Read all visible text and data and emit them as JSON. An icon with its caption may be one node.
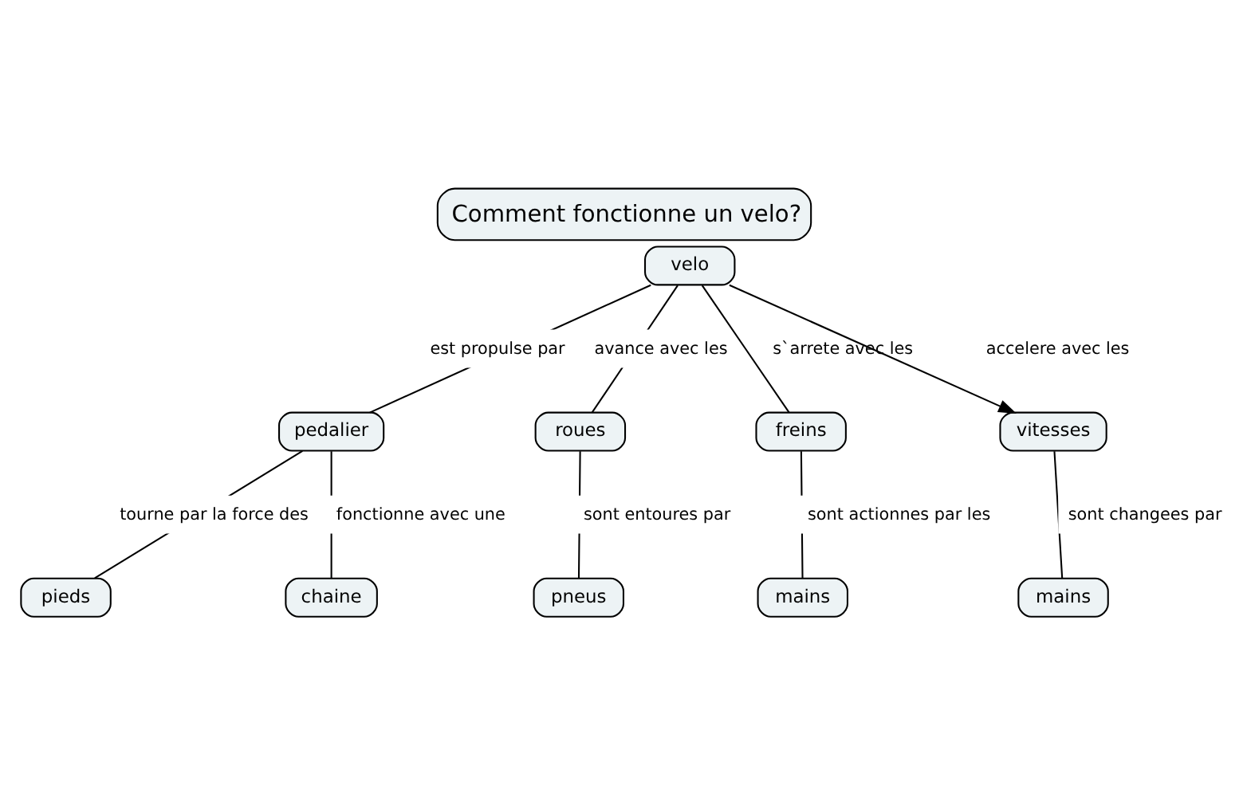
{
  "diagram": {
    "title": "Comment fonctionne un velo?",
    "nodes": [
      {
        "text": [
          "velo"
        ]
      },
      {
        "text": [
          "pedalier"
        ]
      },
      {
        "text": [
          "roues"
        ]
      },
      {
        "text": [
          "freins"
        ]
      },
      {
        "text": [
          "vitesses"
        ]
      },
      {
        "text": [
          "pieds"
        ]
      },
      {
        "text": [
          "chaine"
        ]
      },
      {
        "text": [
          "pneus"
        ]
      },
      {
        "text": [
          "mains"
        ]
      },
      {
        "text": [
          "mains"
        ]
      }
    ],
    "edges": [
      {
        "from": 0,
        "to": 1,
        "arrow": "none",
        "label": "est propulse par"
      },
      {
        "from": 0,
        "to": 2,
        "arrow": "none",
        "label": "avance avec les"
      },
      {
        "from": 0,
        "to": 3,
        "arrow": "none",
        "label": "s`arrete avec les"
      },
      {
        "from": 0,
        "to": 4,
        "arrow": "to",
        "label": "accelere avec les"
      },
      {
        "from": 1,
        "to": 5,
        "arrow": "none",
        "label": "tourne par la force des"
      },
      {
        "from": 1,
        "to": 6,
        "arrow": "none",
        "label": "fonctionne avec une"
      },
      {
        "from": 2,
        "to": 7,
        "arrow": "none",
        "label": "sont entoures par"
      },
      {
        "from": 3,
        "to": 8,
        "arrow": "none",
        "label": "sont actionnes par les"
      },
      {
        "from": 4,
        "to": 9,
        "arrow": "none",
        "label": "sont changees par"
      }
    ]
  }
}
